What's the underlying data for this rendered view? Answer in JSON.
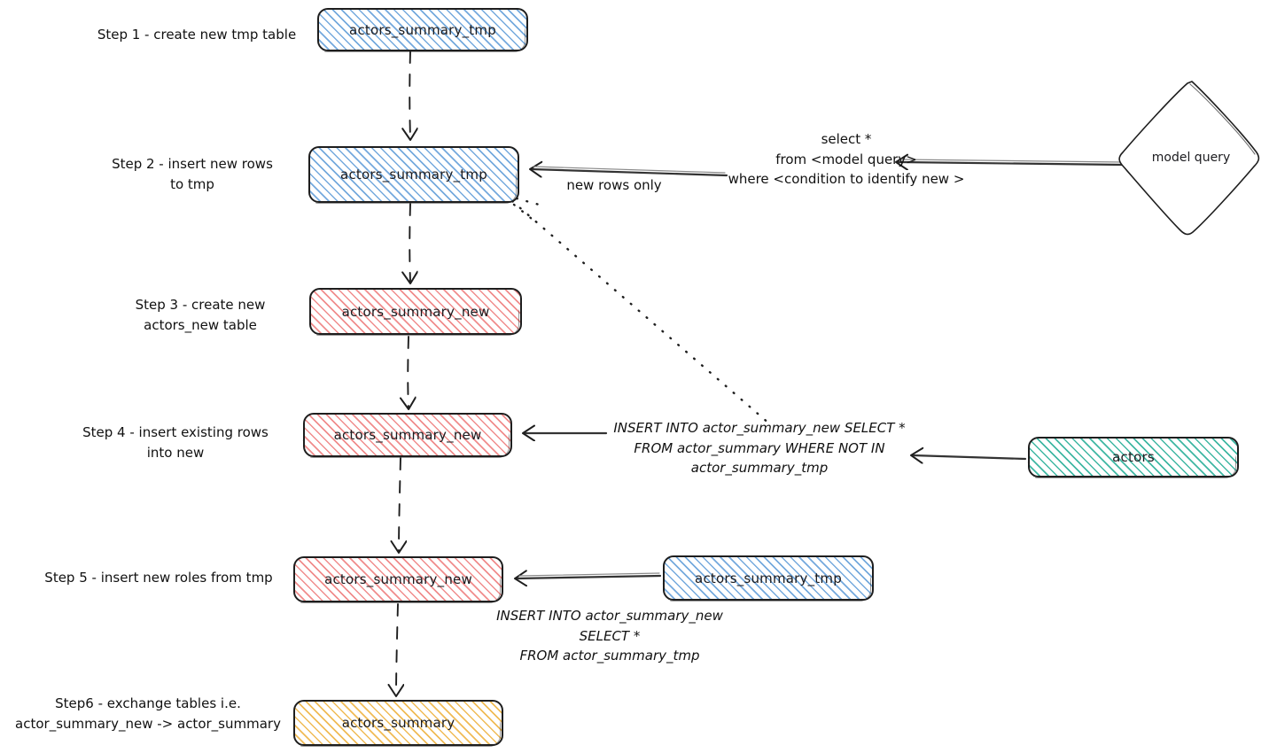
{
  "diagram": {
    "title": "incremental table rebuild flow",
    "background": "#ffffff",
    "palette": {
      "stroke": "#1e1e1e",
      "blue": "#74a9dd",
      "red": "#f08c8c",
      "teal": "#3fb7a3",
      "yellow": "#f0bb55",
      "text": "#1b1b1f"
    }
  },
  "steps": [
    {
      "id": "step1",
      "label": "Step 1 - create new tmp table"
    },
    {
      "id": "step2",
      "label": "Step 2 - insert new rows\nto tmp"
    },
    {
      "id": "step3",
      "label": "Step 3 - create new\nactors_new table"
    },
    {
      "id": "step4",
      "label": "Step 4 - insert existing rows\ninto new"
    },
    {
      "id": "step5",
      "label": "Step 5 - insert new roles from tmp"
    },
    {
      "id": "step6",
      "label": "Step6 - exchange tables i.e.\nactor_summary_new -> actor_summary"
    }
  ],
  "nodes": {
    "tmp_step1": {
      "label": "actors_summary_tmp",
      "fill": "blue"
    },
    "tmp_step2": {
      "label": "actors_summary_tmp",
      "fill": "blue"
    },
    "new_step3": {
      "label": "actors_summary_new",
      "fill": "red"
    },
    "new_step4": {
      "label": "actors_summary_new",
      "fill": "red"
    },
    "new_step5": {
      "label": "actors_summary_new",
      "fill": "red"
    },
    "summary": {
      "label": "actors_summary",
      "fill": "yellow"
    },
    "actors": {
      "label": "actors",
      "fill": "teal"
    },
    "tmp_right5": {
      "label": "actors_summary_tmp",
      "fill": "blue"
    },
    "model_query": {
      "label": "model query",
      "fill": "none",
      "shape": "diamond"
    }
  },
  "edge_labels": {
    "new_rows_only": "new rows only",
    "model_query_sql": "select *\nfrom <model query>\nwhere <condition to identify new >",
    "insert_existing_sql": "INSERT INTO actor_summary_new SELECT *\nFROM actor_summary WHERE NOT IN\nactor_summary_tmp",
    "insert_tmp_sql": "INSERT INTO actor_summary_new\nSELECT *\nFROM actor_summary_tmp"
  }
}
